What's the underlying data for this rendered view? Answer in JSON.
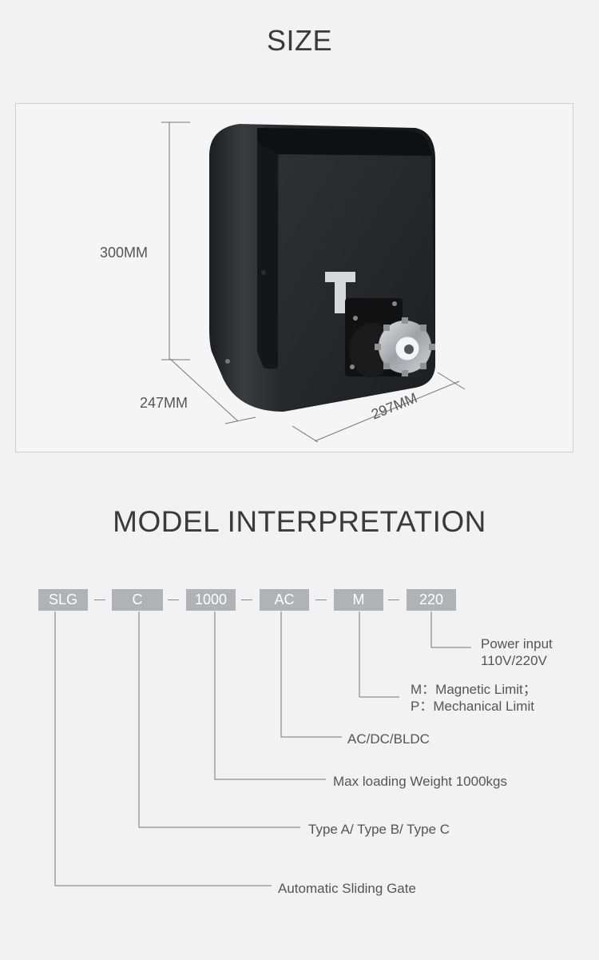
{
  "size_section": {
    "title": "SIZE",
    "height_label": "300MM",
    "depth_label": "247MM",
    "width_label": "297MM"
  },
  "model_section": {
    "title": "MODEL INTERPRETATION",
    "codes": [
      "SLG",
      "C",
      "1000",
      "AC",
      "M",
      "220"
    ],
    "descriptions": {
      "power_line1": "Power input",
      "power_line2": "110V/220V",
      "limit_line1": "M：Magnetic Limit；",
      "limit_line2": "P：Mechanical Limit",
      "motor": "AC/DC/BLDC",
      "weight": "Max loading Weight 1000kgs",
      "type": "Type A/ Type B/ Type C",
      "gate": "Automatic Sliding Gate"
    }
  },
  "colors": {
    "code_box": "#aeb3b8",
    "text": "#555555",
    "title": "#3a3a3a"
  }
}
